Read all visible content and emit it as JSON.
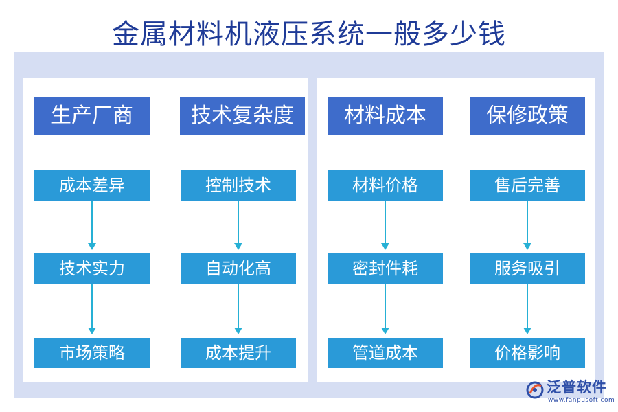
{
  "title": "金属材料机液压系统一般多少钱",
  "columns": [
    {
      "header": "生产厂商",
      "nodes": [
        "成本差异",
        "技术实力",
        "市场策略"
      ]
    },
    {
      "header": "技术复杂度",
      "nodes": [
        "控制技术",
        "自动化高",
        "成本提升"
      ]
    },
    {
      "header": "材料成本",
      "nodes": [
        "材料价格",
        "密封件耗",
        "管道成本"
      ]
    },
    {
      "header": "保修政策",
      "nodes": [
        "售后完善",
        "服务吸引",
        "价格影响"
      ]
    }
  ],
  "logo": {
    "name": "泛普软件",
    "url": "www.fanpusoft.com"
  },
  "colors": {
    "title": "#1f3b97",
    "frame": "#d6def3",
    "header": "#3e6ccb",
    "node": "#2a9ad8",
    "arrow": "#26b0d5"
  }
}
